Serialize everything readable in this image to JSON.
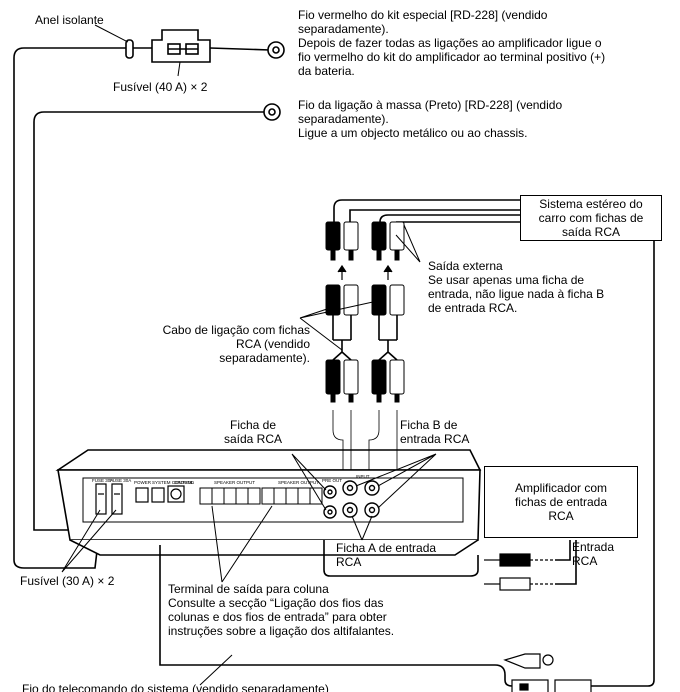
{
  "labels": {
    "anel_isolante": "Anel isolante",
    "fusivel_40": "Fusível (40 A) × 2",
    "fio_vermelho": "Fio vermelho do kit especial [RD-228] (vendido\nseparadamente).\nDepois de fazer todas as ligações ao amplificador ligue o\nfio vermelho do kit do amplificador ao terminal positivo (+)\nda bateria.",
    "fio_massa": "Fio da ligação à massa (Preto) [RD-228] (vendido\nseparadamente).\nLigue a um objecto metálico ou ao chassis.",
    "sistema_estereo": "Sistema estéreo do\ncarro com fichas de\nsaída RCA",
    "saida_externa": "Saída externa\nSe usar apenas uma ficha de\nentrada, não ligue nada à ficha B\nde entrada RCA.",
    "cabo_ligacao": "Cabo de ligação  com fichas\nRCA (vendido\nseparadamente).",
    "ficha_saida": "Ficha de\nsaída RCA",
    "ficha_b": "Ficha B de\nentrada RCA",
    "amplificador_fichas": "Amplificador com\nfichas de entrada\nRCA",
    "ficha_a": "Ficha A de entrada\nRCA",
    "entrada_rca": "Entrada\nRCA",
    "fusivel_30": "Fusível (30 A) × 2",
    "terminal_saida": "Terminal de saída para coluna\nConsulte a secção “Ligação dos fios das\ncolunas e dos fios de entrada” para obter\ninstruções sobre a ligação dos altifalantes.",
    "fio_telecomando": "Fio do telecomando do sistema (vendido separadamente)"
  },
  "panel_marks": {
    "fuse_a": "FUSE 30A",
    "fuse_b": "FUSE 30A",
    "power": "POWER",
    "system_control": "SYSTEM CONTROL",
    "ground": "GROUND",
    "speaker_output_left": "SPEAKER OUTPUT",
    "speaker_output_right": "SPEAKER OUTPUT",
    "pre_out": "PRE OUT",
    "input": "INPUT"
  }
}
